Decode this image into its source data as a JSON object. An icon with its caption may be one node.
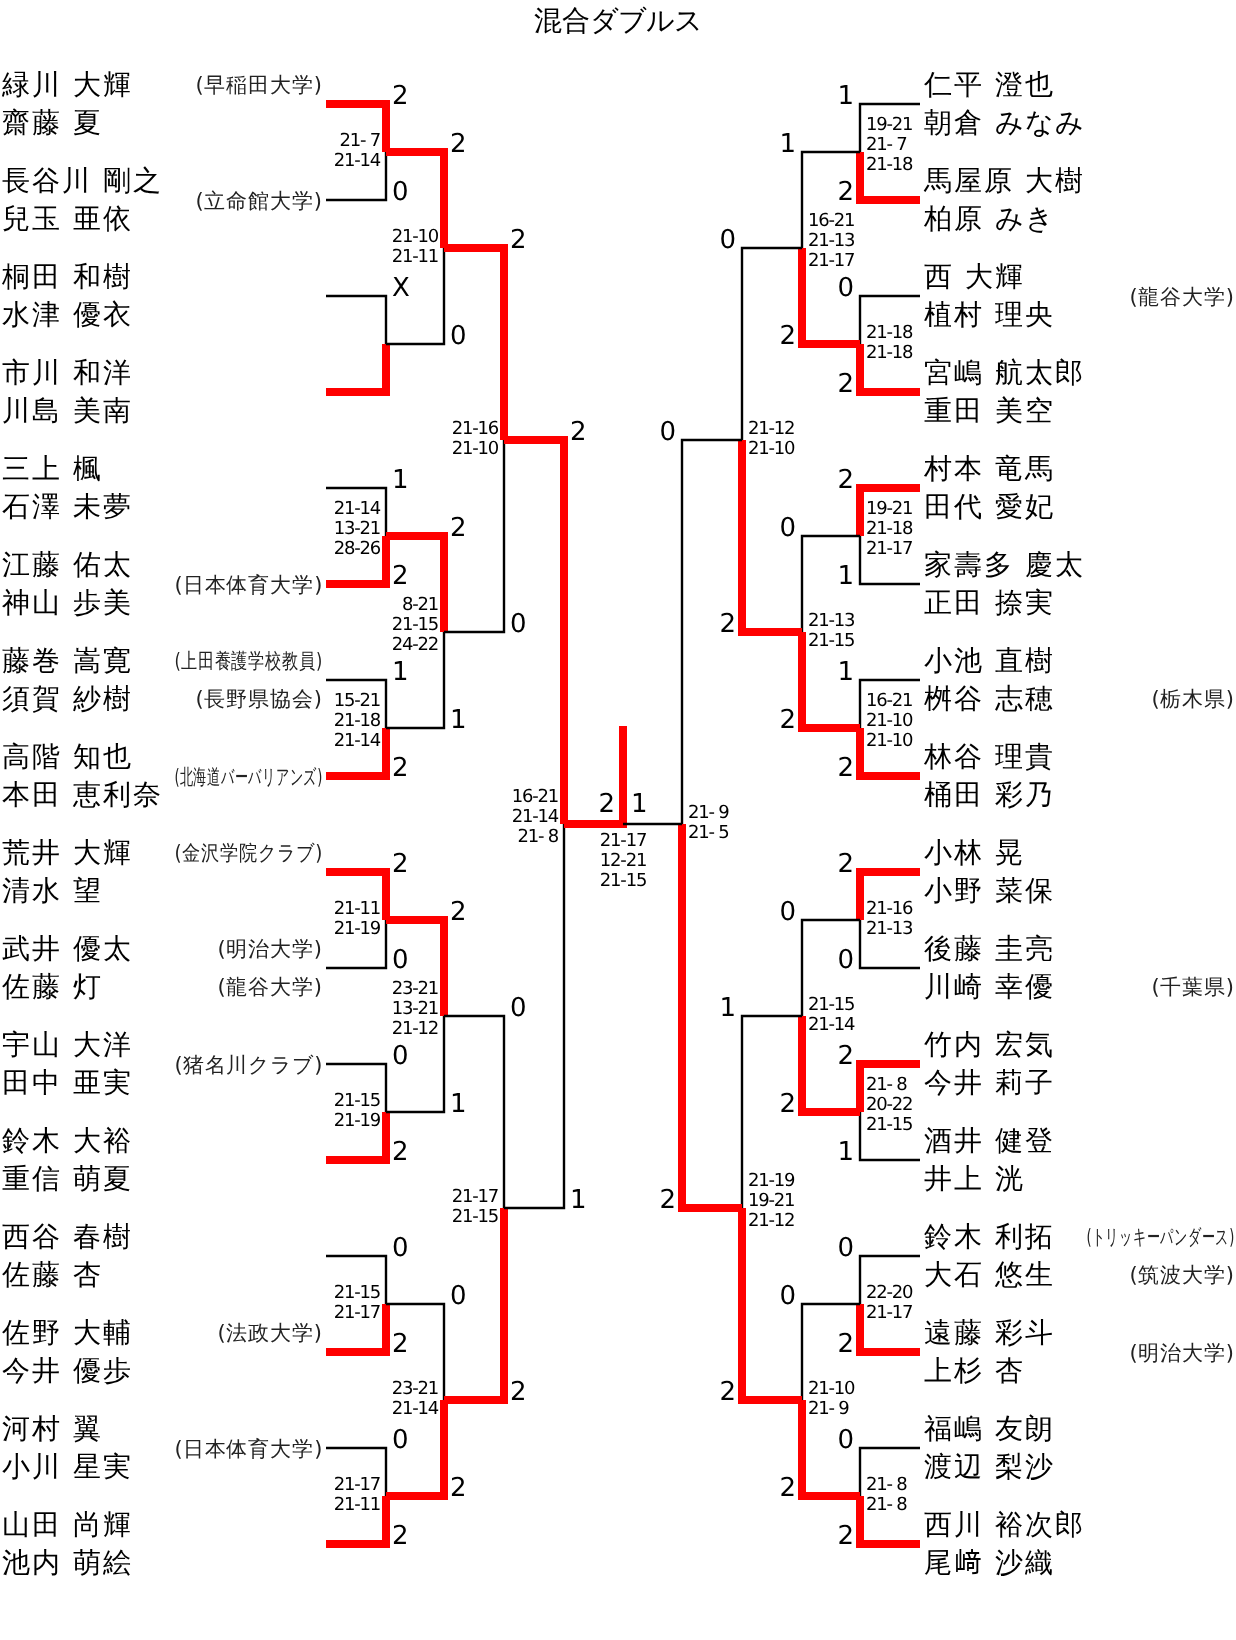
{
  "diagram": {
    "title": "混合ダブルス",
    "nodes": [
      {
        "text": [
          "緑川 大輝",
          "齋藤 夏"
        ],
        "beside": [
          "(早稲田大学)"
        ]
      },
      {
        "text": [
          "長谷川 剛之",
          "兒玉 亜依"
        ],
        "beside": [
          "(立命館大学)"
        ]
      },
      {
        "text": [
          "桐田 和樹",
          "水津 優衣"
        ]
      },
      {
        "text": [
          "市川 和洋",
          "川島 美南"
        ]
      },
      {
        "text": [
          "三上 楓",
          "石澤 未夢"
        ]
      },
      {
        "text": [
          "江藤 佑太",
          "神山 歩美"
        ],
        "beside": [
          "(日本体育大学)"
        ]
      },
      {
        "text": [
          "藤巻 嵩寛",
          "須賀 紗樹"
        ],
        "beside": [
          "(上田養護学校教員)",
          "(長野県協会)"
        ]
      },
      {
        "text": [
          "高階 知也",
          "本田 恵利奈"
        ],
        "beside": [
          "(北海道バーバリアンズ)"
        ]
      },
      {
        "text": [
          "荒井 大輝",
          "清水 望"
        ],
        "beside": [
          "(金沢学院クラブ)"
        ]
      },
      {
        "text": [
          "武井 優太",
          "佐藤 灯"
        ],
        "beside": [
          "(明治大学)",
          "(龍谷大学)"
        ]
      },
      {
        "text": [
          "宇山 大洋",
          "田中 亜実"
        ],
        "beside": [
          "(猪名川クラブ)"
        ]
      },
      {
        "text": [
          "鈴木 大裕",
          "重信 萌夏"
        ]
      },
      {
        "text": [
          "西谷 春樹",
          "佐藤 杏"
        ]
      },
      {
        "text": [
          "佐野 大輔",
          "今井 優歩"
        ],
        "beside": [
          "(法政大学)"
        ]
      },
      {
        "text": [
          "河村 翼",
          "小川 星実"
        ],
        "beside": [
          "(日本体育大学)"
        ]
      },
      {
        "text": [
          "山田 尚輝",
          "池内 萌絵"
        ]
      },
      {
        "text": [
          "仁平 澄也",
          "朝倉 みなみ"
        ]
      },
      {
        "text": [
          "馬屋原 大樹",
          "柏原 みき"
        ]
      },
      {
        "text": [
          "西 大輝",
          "植村 理央"
        ],
        "beside": [
          "(龍谷大学)"
        ]
      },
      {
        "text": [
          "宮嶋 航太郎",
          "重田 美空"
        ]
      },
      {
        "text": [
          "村本 竜馬",
          "田代 愛妃"
        ]
      },
      {
        "text": [
          "家壽多 慶太",
          "正田 捺実"
        ]
      },
      {
        "text": [
          "小池 直樹",
          "桝谷 志穂"
        ],
        "beside": [
          "(栃木県)"
        ]
      },
      {
        "text": [
          "林谷 理貴",
          "桶田 彩乃"
        ]
      },
      {
        "text": [
          "小林 晃",
          "小野 菜保"
        ]
      },
      {
        "text": [
          "後藤 圭亮",
          "川崎 幸優"
        ],
        "beside": [
          "(千葉県)"
        ]
      },
      {
        "text": [
          "竹内 宏気",
          "今井 莉子"
        ]
      },
      {
        "text": [
          "酒井 健登",
          "井上 洸"
        ]
      },
      {
        "text": [
          "鈴木 利拓",
          "大石 悠生"
        ],
        "beside": [
          "(トリッキーパンダース)",
          "(筑波大学)"
        ]
      },
      {
        "text": [
          "遠藤 彩斗",
          "上杉 杏"
        ],
        "beside": [
          "(明治大学)"
        ]
      },
      {
        "text": [
          "福嶋 友朗",
          "渡辺 梨沙"
        ]
      },
      {
        "text": [
          "西川 裕次郎",
          "尾﨑 沙織"
        ]
      }
    ],
    "labels": [
      "2",
      "0",
      "21- 7",
      "21-14",
      "X",
      "1",
      "2",
      "21-14",
      "13-21",
      "28-26",
      "1",
      "2",
      "15-21",
      "21-18",
      "21-14",
      "2",
      "0",
      "21-11",
      "21-19",
      "0",
      "2",
      "21-15",
      "21-19",
      "0",
      "2",
      "21-15",
      "21-17",
      "0",
      "2",
      "21-17",
      "21-11",
      "2",
      "0",
      "21-10",
      "21-11",
      "2",
      "1",
      "8-21",
      "21-15",
      "24-22",
      "2",
      "1",
      "23-21",
      "13-21",
      "21-12",
      "0",
      "2",
      "23-21",
      "21-14",
      "2",
      "0",
      "21-16",
      "21-10",
      "0",
      "2",
      "21-17",
      "21-15",
      "2",
      "1",
      "16-21",
      "21-14",
      "21- 8",
      "1",
      "2",
      "19-21",
      "21- 7",
      "21-18",
      "0",
      "2",
      "21-18",
      "21-18",
      "2",
      "1",
      "19-21",
      "21-18",
      "21-17",
      "1",
      "2",
      "16-21",
      "21-10",
      "21-10",
      "2",
      "0",
      "21-16",
      "21-13",
      "2",
      "1",
      "21- 8",
      "20-22",
      "21-15",
      "0",
      "2",
      "22-20",
      "21-17",
      "0",
      "2",
      "21- 8",
      "21- 8",
      "1",
      "2",
      "16-21",
      "21-13",
      "21-17",
      "0",
      "2",
      "21-13",
      "21-15",
      "0",
      "2",
      "21-15",
      "21-14",
      "0",
      "2",
      "21-10",
      "21- 9",
      "0",
      "2",
      "21-12",
      "21-10",
      "1",
      "2",
      "21-19",
      "19-21",
      "21-12",
      "0",
      "2",
      "21- 9",
      "21- 5",
      "2",
      "1",
      "21-17",
      "12-21",
      "21-15"
    ]
  }
}
